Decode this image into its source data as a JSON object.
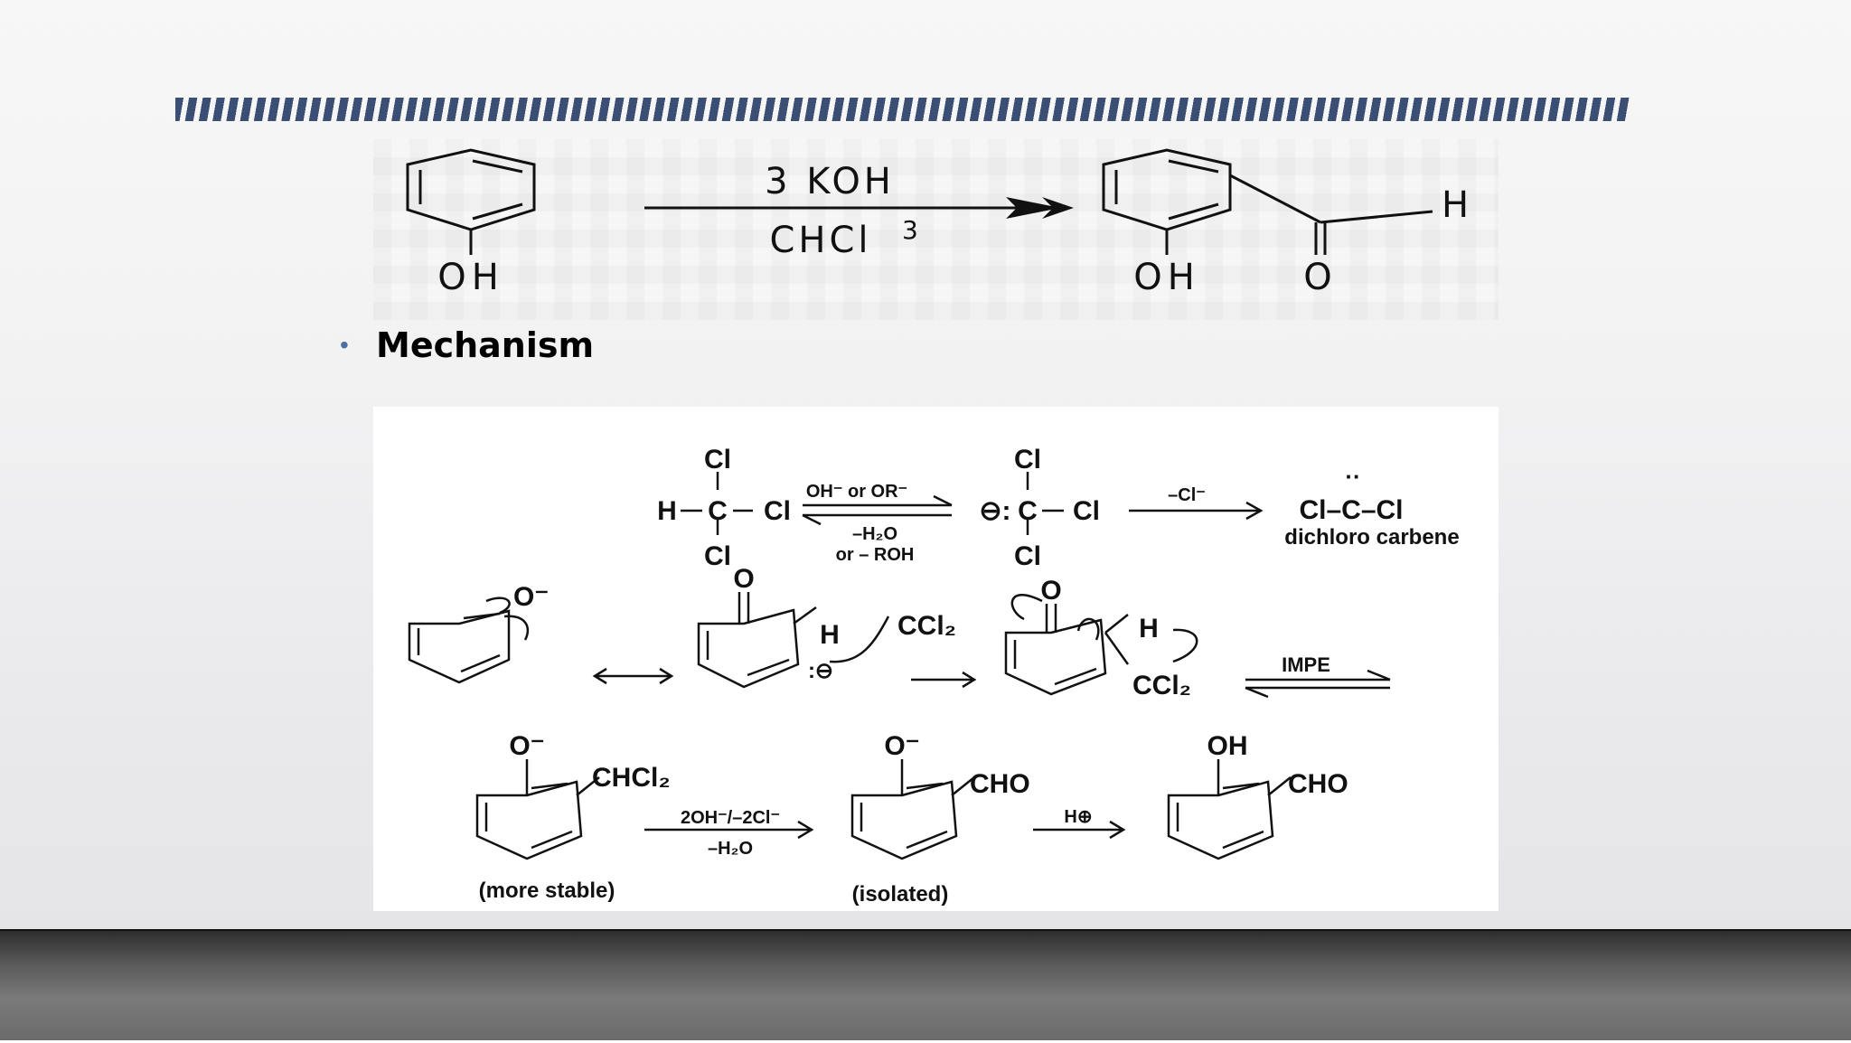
{
  "slide": {
    "bullet": "Mechanism"
  },
  "reaction": {
    "reagent_top": "3 KOH",
    "reagent_bottom": "CHCl",
    "reagent_bottom_super": "3",
    "reactant_group": "OH",
    "product_group": "OH",
    "aldehyde_h": "H",
    "aldehyde_o": "O"
  },
  "mechanism": {
    "step1": {
      "cl_top": "Cl",
      "h_left": "H",
      "c_center": "C",
      "cl_right": "Cl",
      "cl_bottom": "Cl",
      "cond_forward": "OH⁻ or OR⁻",
      "cond_back_1": "–H₂O",
      "cond_back_2": "or – ROH",
      "anion_charge": "⊖:",
      "elim": "–Cl⁻",
      "carbene": "Cl–C–Cl",
      "carbene_name": "dichloro carbene"
    },
    "step2": {
      "phenoxide": "O⁻",
      "keto_o": "O",
      "h": "H",
      "carbanion": ":⊖",
      "ccl2": "CCl₂",
      "intermediate_o": "O",
      "intermediate_h": "H",
      "intermediate_ccl2": "CCl₂",
      "impe": "IMPE"
    },
    "step3": {
      "o_minus_1": "O⁻",
      "chcl2": "CHCl₂",
      "cond_top": "2OH⁻/–2Cl⁻",
      "cond_bottom": "–H₂O",
      "more_stable": "(more stable)",
      "o_minus_2": "O⁻",
      "cho_1": "CHO",
      "isolated": "(isolated)",
      "h_plus": "H⊕",
      "oh": "OH",
      "cho_2": "CHO"
    }
  },
  "colors": {
    "stripe": "#3a4f73",
    "bullet": "#4a6fa5",
    "floor": "#5a5a5a"
  }
}
